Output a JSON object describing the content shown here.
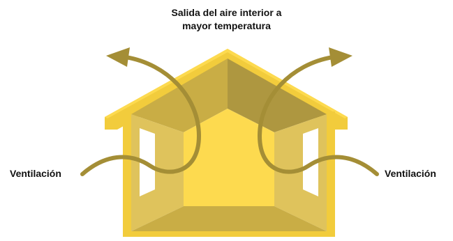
{
  "title": {
    "line1": "Salida del aire interior a",
    "line2": "mayor temperatura"
  },
  "labels": {
    "left": "Ventilación",
    "right": "Ventilación"
  },
  "colors": {
    "house_light": "#FDDA4F",
    "house_mid": "#F2CC3C",
    "roof_underside_left": "#C9AD45",
    "roof_underside_right": "#AE9740",
    "side_wall": "#DFC35C",
    "arrow": "#A48E36"
  }
}
